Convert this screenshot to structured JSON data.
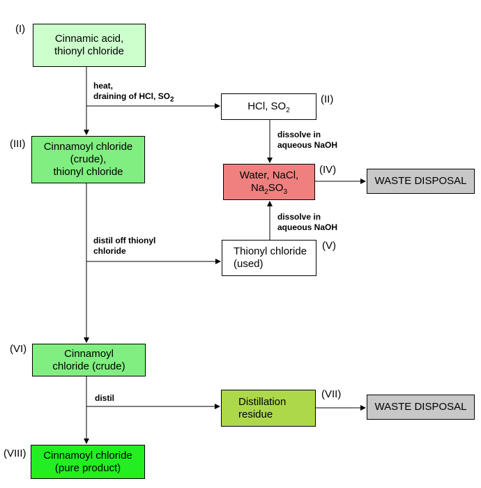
{
  "nodes": {
    "n1": {
      "tag": "(I)",
      "line1": "Cinnamic acid,",
      "line2": "thionyl chloride",
      "color": "#ccffcc"
    },
    "n2": {
      "tag": "(II)",
      "text_pre": "HCl, SO",
      "sub": "2",
      "color": "#ffffff"
    },
    "n3": {
      "tag": "(III)",
      "line1": "Cinnamoyl chloride",
      "line2": "(crude),",
      "line3": "thionyl chloride",
      "color": "#80ee80"
    },
    "n4": {
      "tag": "(IV)",
      "line1": "Water, NaCl,",
      "line2_pre": "Na",
      "sub1": "2",
      "line2_mid": "SO",
      "sub2": "3",
      "color": "#f08080"
    },
    "n5": {
      "tag": "(V)",
      "line1": "Thionyl chloride",
      "line2": "(used)",
      "color": "#ffffff"
    },
    "n6": {
      "tag": "(VI)",
      "line1": "Cinnamoyl",
      "line2": "chloride (crude)",
      "color": "#80ee80"
    },
    "n7": {
      "tag": "(VII)",
      "line1": "Distillation",
      "line2": "residue",
      "color": "#add84a"
    },
    "n8": {
      "tag": "(VIII)",
      "line1": "Cinnamoyl chloride",
      "line2": "(pure product)",
      "color": "#22ee22"
    },
    "waste1": {
      "text": "WASTE DISPOSAL",
      "color": "#c8c8c8"
    },
    "waste2": {
      "text": "WASTE DISPOSAL",
      "color": "#c8c8c8"
    }
  },
  "edge_labels": {
    "heat_line1": "heat,",
    "heat_line2_pre": "draining of HCl, SO",
    "heat_line2_sub": "2",
    "dissolve1_line1": "dissolve in",
    "dissolve1_line2": "aqueous NaOH",
    "dissolve2_line1": "dissolve in",
    "dissolve2_line2": "aqueous NaOH",
    "distil_off_line1": "distil off thionyl",
    "distil_off_line2": "chloride",
    "distil": "distil"
  }
}
